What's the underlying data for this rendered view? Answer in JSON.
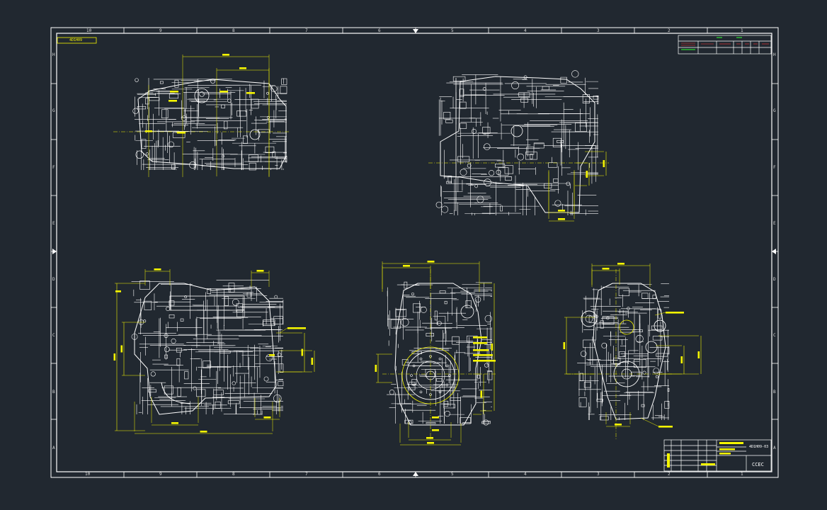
{
  "drawing": {
    "title_tag": "4D1H09",
    "zones_columns": [
      "10",
      "9",
      "8",
      "7",
      "6",
      "5",
      "4",
      "3",
      "2",
      "1"
    ],
    "zones_rows": [
      "H",
      "G",
      "F",
      "E",
      "D",
      "C",
      "B",
      "A"
    ],
    "company": "CCEC",
    "drawing_no": "4D1H09-03",
    "colors": {
      "background": "#212830",
      "frame": "#ffffff",
      "dimension": "#f5f500",
      "title_accent": "#30ff30",
      "revision_mark": "#ff3030"
    }
  }
}
